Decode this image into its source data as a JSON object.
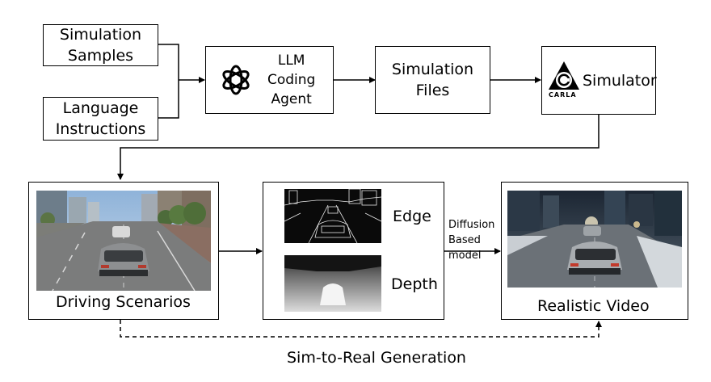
{
  "nodes": {
    "sim_samples": "Simulation\nSamples",
    "lang_instr": "Language\nInstructions",
    "llm_agent": "LLM\nCoding\nAgent",
    "sim_files": "Simulation\nFiles",
    "simulator": "Simulator",
    "carla_logo_text": "CARLA",
    "driving": "Driving Scenarios",
    "edge": "Edge",
    "depth": "Depth",
    "realistic": "Realistic Video",
    "diffusion": "Diffusion\nBased\nmodel",
    "sim_to_real": "Sim-to-Real Generation"
  },
  "icons": {
    "llm": "openai-knot-icon",
    "carla": "carla-logo-icon"
  }
}
